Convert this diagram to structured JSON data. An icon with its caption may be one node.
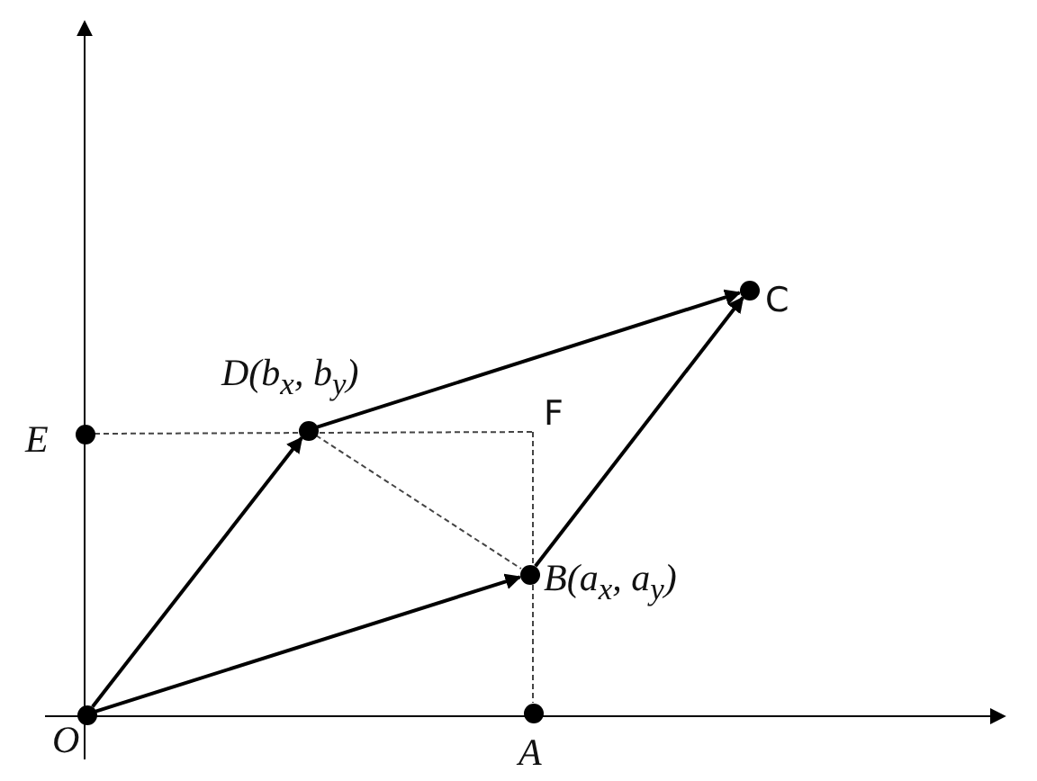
{
  "diagram": {
    "nodes": [
      {
        "text": [
          "O"
        ]
      },
      {
        "text": [
          "A"
        ]
      },
      {
        "text": [
          "B(a$_{x}$, a$_{y}$)"
        ]
      },
      {
        "text": [
          "C"
        ]
      },
      {
        "text": [
          "D(b$_{x}$, b$_{y}$)"
        ]
      },
      {
        "text": [
          "E"
        ]
      },
      {
        "text": [
          "F"
        ]
      }
    ],
    "edges": [
      {
        "from": 0,
        "to": 2,
        "arrow": "to"
      },
      {
        "from": 0,
        "to": 4,
        "arrow": "to"
      },
      {
        "from": 2,
        "to": 3,
        "arrow": "to"
      },
      {
        "from": 4,
        "to": 3,
        "arrow": "to"
      },
      {
        "from": 5,
        "to": 6,
        "arrow": "none",
        "style": "dashed"
      },
      {
        "from": 6,
        "to": 1,
        "arrow": "none",
        "style": "dashed"
      },
      {
        "from": 4,
        "to": 2,
        "arrow": "none",
        "style": "dashed"
      }
    ]
  }
}
